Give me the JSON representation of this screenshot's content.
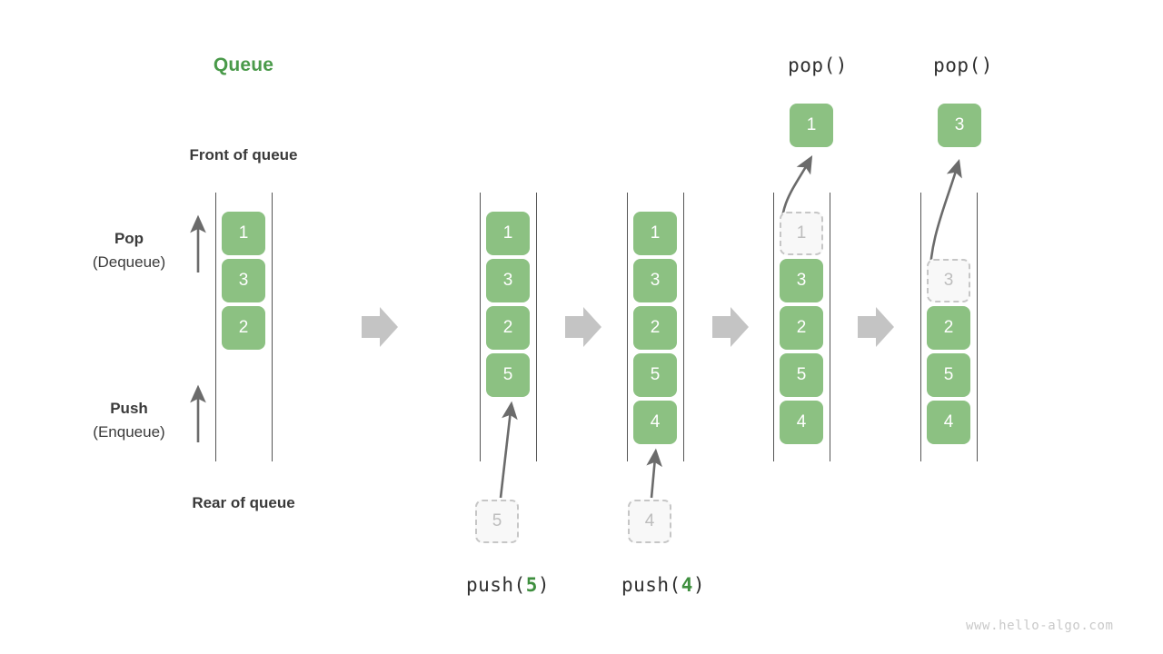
{
  "title": "Queue",
  "title_color": "#4a9a4a",
  "box_color": "#8cc182",
  "ghost_color": "#f8f8f8",
  "arrow_color": "#c4c4c4",
  "labels": {
    "front_of_queue": "Front of queue",
    "rear_of_queue": "Rear of queue",
    "pop_line1": "Pop",
    "pop_line2": "(Dequeue)",
    "push_line1": "Push",
    "push_line2": "(Enqueue)"
  },
  "watermark": "www.hello-algo.com",
  "panels": [
    {
      "id": "initial",
      "caption": "",
      "caption_arg": "",
      "top_label": "",
      "items": [
        {
          "value": "1",
          "state": "filled"
        },
        {
          "value": "3",
          "state": "filled"
        },
        {
          "value": "2",
          "state": "filled"
        }
      ],
      "incoming": null,
      "outgoing": null
    },
    {
      "id": "push-5",
      "caption_prefix": "push(",
      "caption_arg": "5",
      "caption_suffix": ")",
      "top_label": "",
      "items": [
        {
          "value": "1",
          "state": "filled"
        },
        {
          "value": "3",
          "state": "filled"
        },
        {
          "value": "2",
          "state": "filled"
        },
        {
          "value": "5",
          "state": "filled"
        }
      ],
      "incoming": {
        "value": "5",
        "state": "ghost"
      },
      "outgoing": null
    },
    {
      "id": "push-4",
      "caption_prefix": "push(",
      "caption_arg": "4",
      "caption_suffix": ")",
      "top_label": "",
      "items": [
        {
          "value": "1",
          "state": "filled"
        },
        {
          "value": "3",
          "state": "filled"
        },
        {
          "value": "2",
          "state": "filled"
        },
        {
          "value": "5",
          "state": "filled"
        },
        {
          "value": "4",
          "state": "filled"
        }
      ],
      "incoming": {
        "value": "4",
        "state": "ghost"
      },
      "outgoing": null
    },
    {
      "id": "pop-1",
      "caption_prefix": "",
      "caption_arg": "",
      "caption_suffix": "",
      "top_label": "pop()",
      "items": [
        {
          "value": "1",
          "state": "ghost"
        },
        {
          "value": "3",
          "state": "filled"
        },
        {
          "value": "2",
          "state": "filled"
        },
        {
          "value": "5",
          "state": "filled"
        },
        {
          "value": "4",
          "state": "filled"
        }
      ],
      "incoming": null,
      "outgoing": {
        "value": "1",
        "state": "filled"
      }
    },
    {
      "id": "pop-3",
      "caption_prefix": "",
      "caption_arg": "",
      "caption_suffix": "",
      "top_label": "pop()",
      "items": [
        {
          "value": "",
          "state": "empty"
        },
        {
          "value": "3",
          "state": "ghost"
        },
        {
          "value": "2",
          "state": "filled"
        },
        {
          "value": "5",
          "state": "filled"
        },
        {
          "value": "4",
          "state": "filled"
        }
      ],
      "incoming": null,
      "outgoing": {
        "value": "3",
        "state": "filled"
      }
    }
  ],
  "transitions": [
    "step-arrow",
    "step-arrow",
    "step-arrow",
    "step-arrow"
  ]
}
